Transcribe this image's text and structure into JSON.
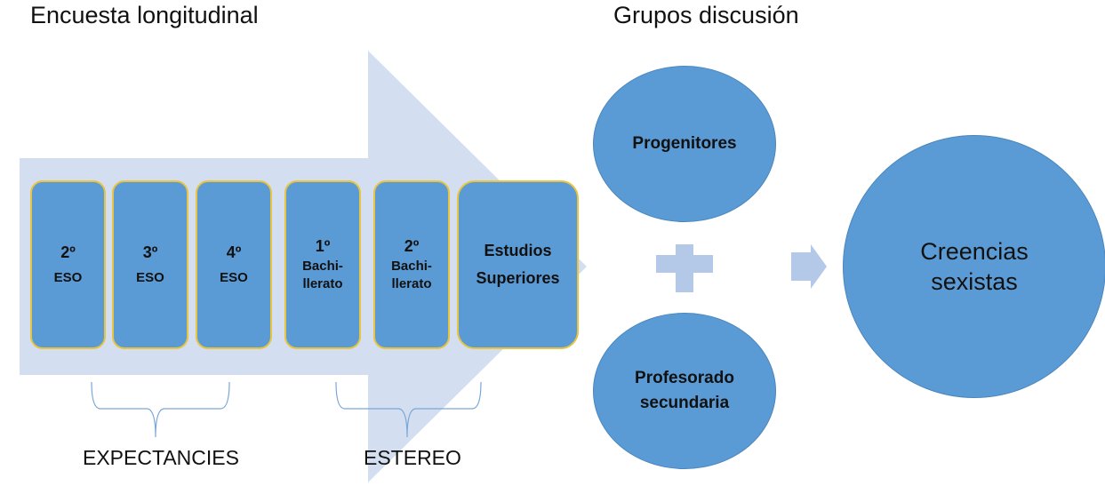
{
  "titles": {
    "survey": "Encuesta longitudinal",
    "groups": "Grupos discusión"
  },
  "stages": [
    {
      "line1": "2º",
      "line2": "ESO"
    },
    {
      "line1": "3º",
      "line2": "ESO"
    },
    {
      "line1": "4º",
      "line2": "ESO"
    },
    {
      "line1": "1º",
      "line2": "Bachi-",
      "line3": "llerato"
    },
    {
      "line1": "2º",
      "line2": "Bachi-",
      "line3": "llerato"
    },
    {
      "line1": "Estudios",
      "line2": "Superiores"
    }
  ],
  "groups": {
    "top": "Progenitores",
    "bottom_line1": "Profesorado",
    "bottom_line2": "secundaria"
  },
  "result": {
    "line1": "Creencias",
    "line2": "sexistas"
  },
  "brackets": {
    "left": "EXPECTANCIES",
    "right": "ESTEREO"
  },
  "colors": {
    "arrow": "#d3dff0",
    "box": "#5b9bd5",
    "border": "#e8c440",
    "plus": "#b4c9e8"
  }
}
